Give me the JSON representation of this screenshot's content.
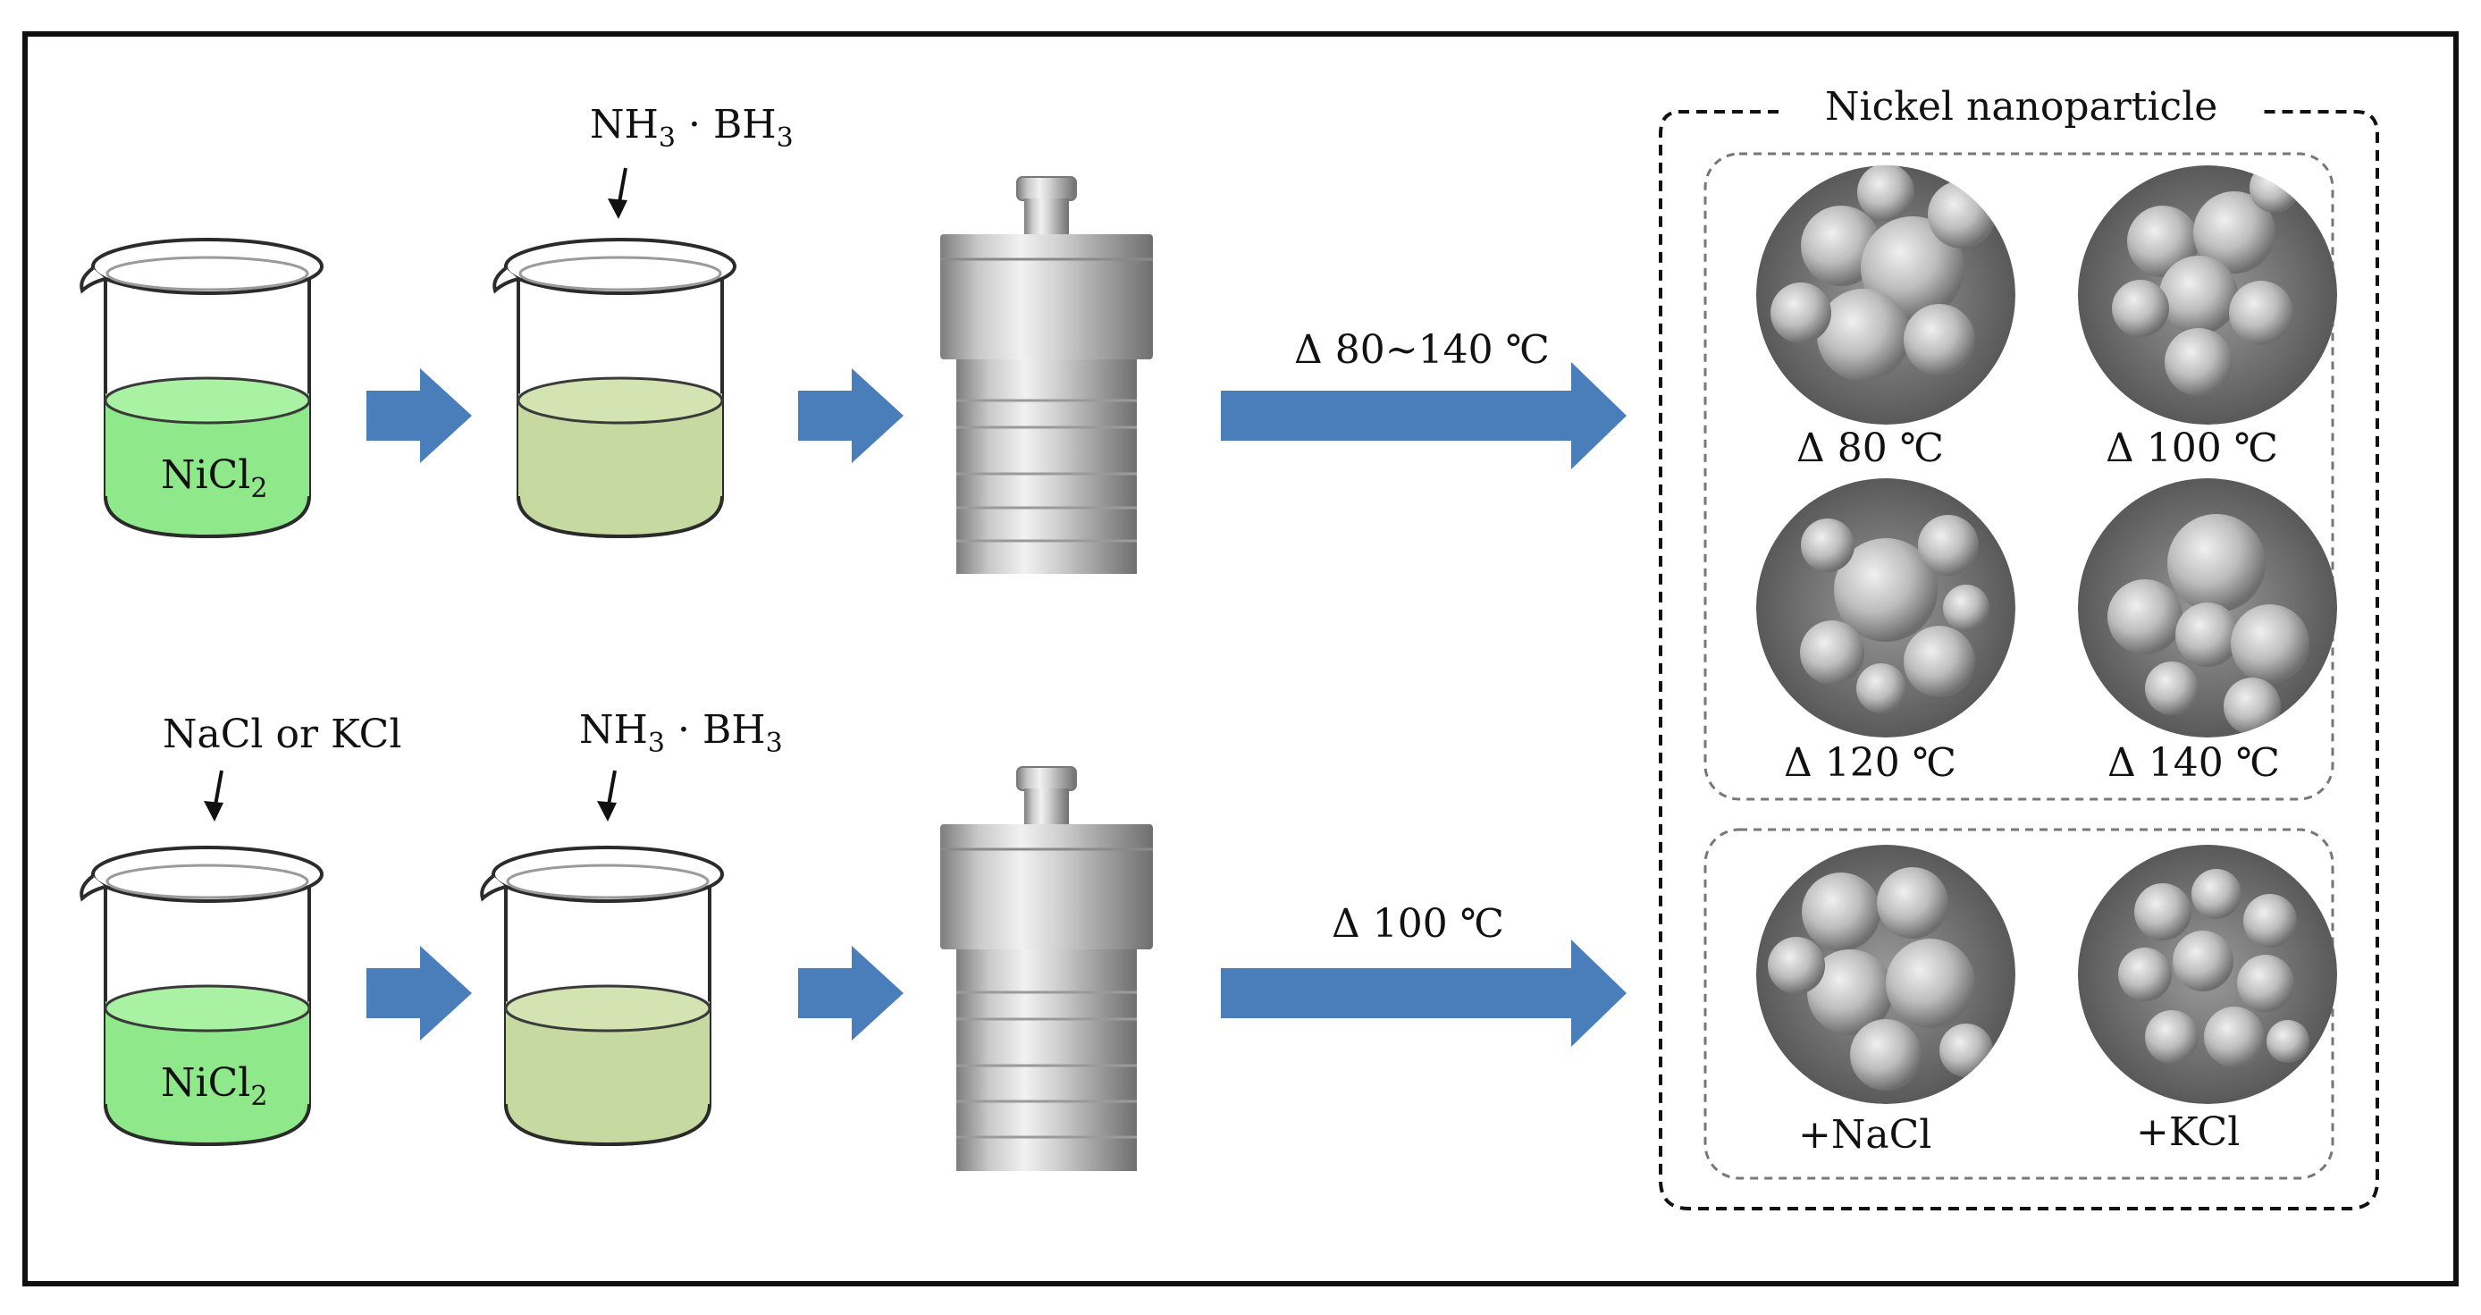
{
  "top_row": {
    "beaker1_label": {
      "main": "NiCl",
      "sub": "2"
    },
    "reagent_label": {
      "a": "NH",
      "a_sub": "3",
      "dot": " · ",
      "b": "BH",
      "b_sub": "3"
    },
    "condition_label": "Δ 80~140 ℃"
  },
  "bottom_row": {
    "salt_label": "NaCl or KCl",
    "beaker1_label": {
      "main": "NiCl",
      "sub": "2"
    },
    "reagent_label": {
      "a": "NH",
      "a_sub": "3",
      "dot": " · ",
      "b": "BH",
      "b_sub": "3"
    },
    "condition_label": "Δ 100 ℃"
  },
  "result_panel": {
    "title": "Nickel nanoparticle",
    "temperature_samples": [
      "Δ 80 ℃",
      "Δ 100 ℃",
      "Δ 120 ℃",
      "Δ 140 ℃"
    ],
    "salt_samples": [
      "+NaCl",
      "+KCl"
    ]
  },
  "colors": {
    "arrow": "#4a7ebb",
    "nicl2_liquid": "#8fe88a",
    "mixed_liquid": "#c6d9a0",
    "frame": "#111111"
  }
}
